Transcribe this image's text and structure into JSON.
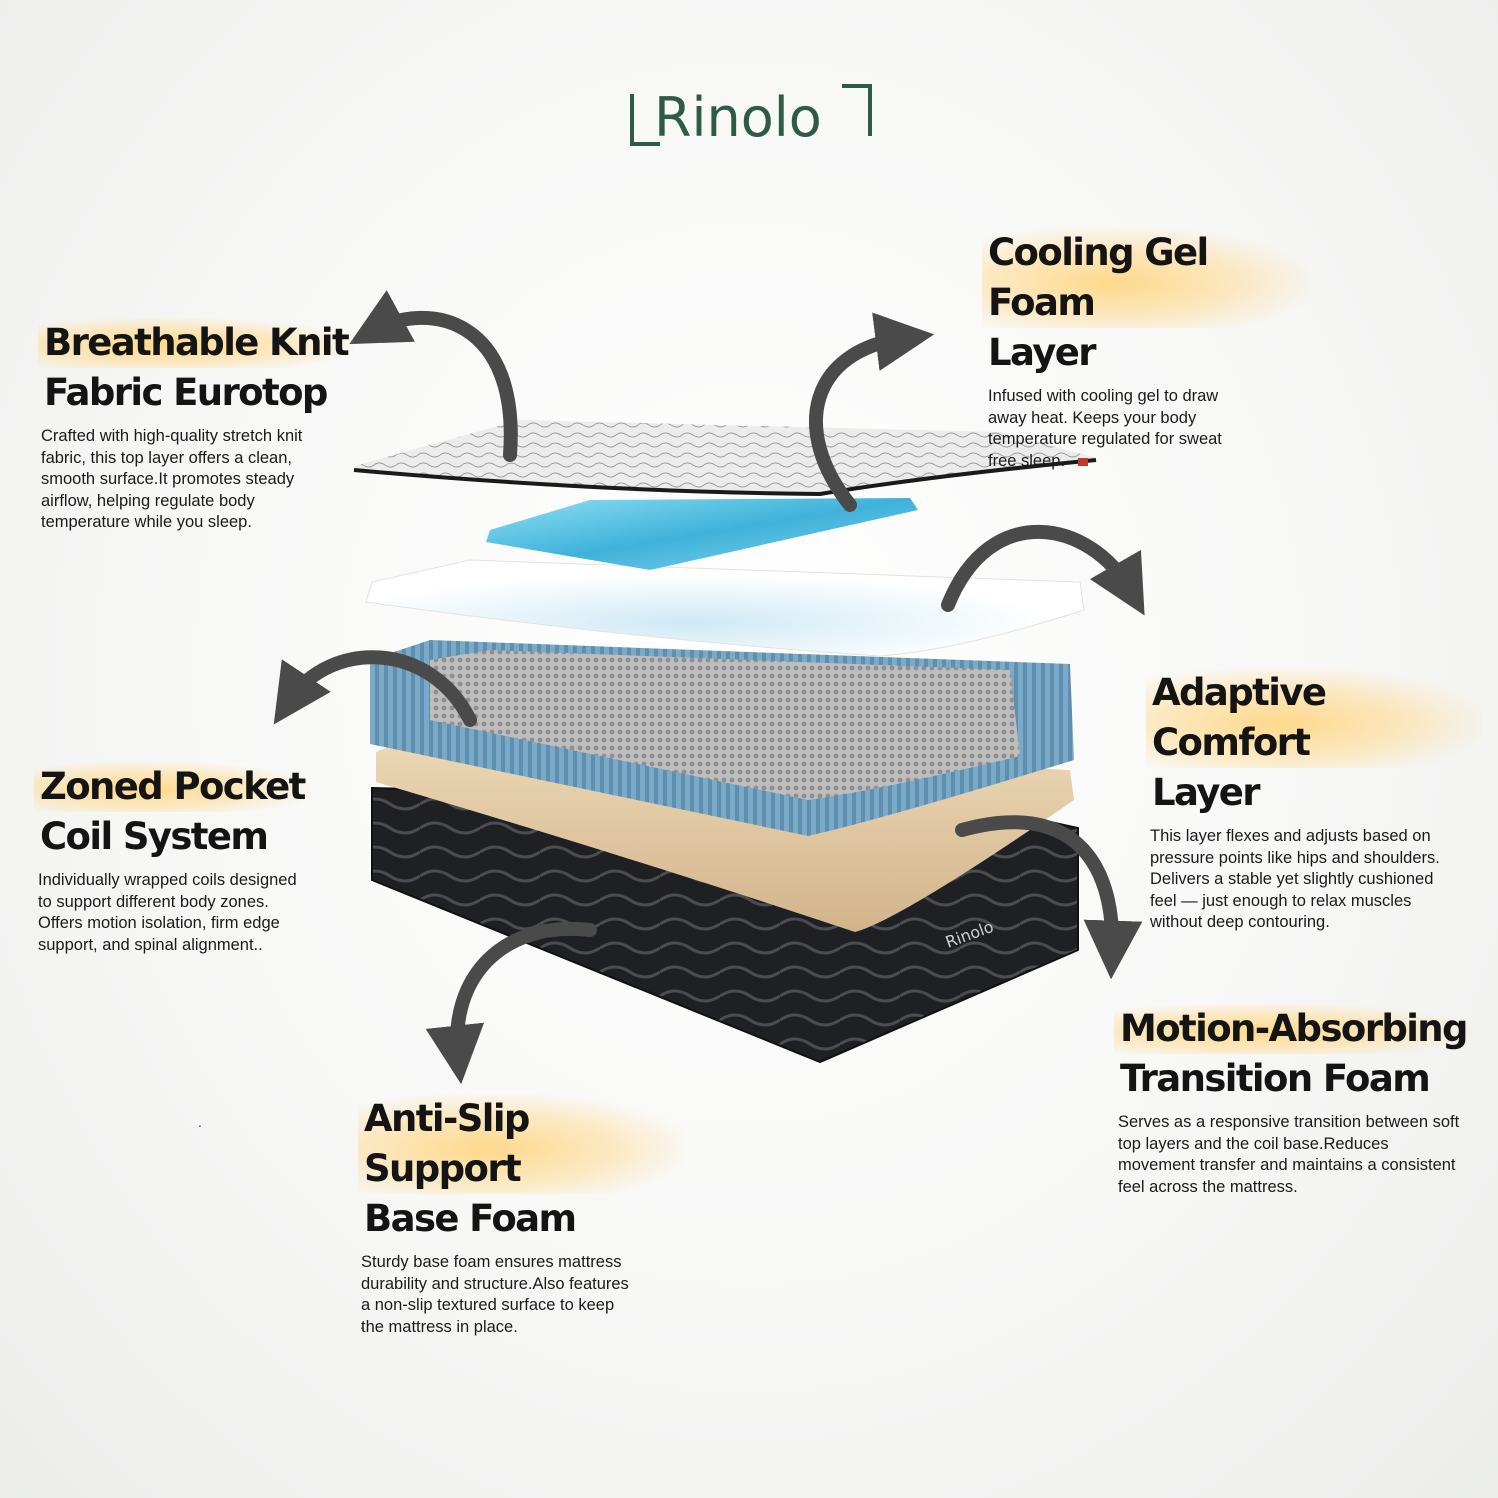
{
  "brand": {
    "name": "Rinolo",
    "color": "#2f5a45"
  },
  "layers": [
    {
      "id": "eurotop",
      "title_line1": "Breathable Knit",
      "title_line2": "Fabric Eurotop",
      "description": "Crafted with high-quality stretch knit fabric, this top layer offers a clean, smooth surface.It promotes steady airflow, helping regulate body temperature while you sleep."
    },
    {
      "id": "cooling-gel",
      "title_line1": "Cooling Gel Foam",
      "title_line2": "Layer",
      "description": "Infused with cooling gel to draw away heat. Keeps your body temperature regulated for sweat free sleep."
    },
    {
      "id": "adaptive-comfort",
      "title_line1": "Adaptive Comfort",
      "title_line2": "Layer",
      "description": "This layer flexes and adjusts based on pressure points like hips and shoulders. Delivers a stable yet slightly cushioned feel — just enough to relax muscles without deep contouring."
    },
    {
      "id": "pocket-coil",
      "title_line1": "Zoned Pocket",
      "title_line2": "Coil System",
      "description": "Individually wrapped coils designed to support different body zones. Offers motion isolation, firm edge support, and spinal alignment.."
    },
    {
      "id": "transition-foam",
      "title_line1": "Motion-Absorbing",
      "title_line2": "Transition Foam",
      "description": "Serves as a responsive transition between soft top layers and the coil base.Reduces movement transfer and maintains a consistent feel across the mattress."
    },
    {
      "id": "base-foam",
      "title_line1": "Anti-Slip Support",
      "title_line2": "Base Foam",
      "description": "Sturdy base foam ensures mattress durability and structure.Also features a non-slip textured surface to keep the mattress in place."
    }
  ],
  "stray_marks": [
    ".",
    "."
  ],
  "colors": {
    "highlight": "#ffd278",
    "arrow": "#4a4a4a",
    "knit": "#e6e6e6",
    "gel": "#5cc0e0",
    "white_foam": "#ffffff",
    "coil_border": "#6a9ab8",
    "beige_foam": "#e2c9a2",
    "base": "#1e1f22"
  }
}
